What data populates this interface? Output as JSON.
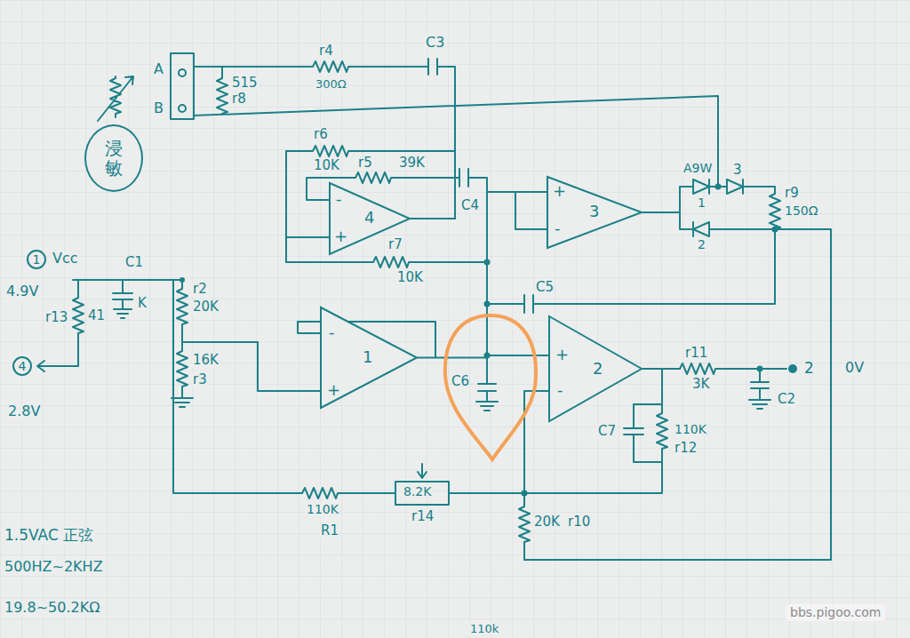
{
  "diagram": {
    "nodes": [
      {
        "text": [
          "浸敏"
        ]
      },
      {
        "text": [
          "-",
          "+",
          "4"
        ]
      },
      {
        "text": [
          "+",
          "-",
          "3"
        ]
      },
      {
        "text": [
          "1"
        ]
      },
      {
        "text": [
          "-",
          "+",
          "1"
        ]
      },
      {
        "text": [
          "C6"
        ]
      },
      {
        "text": [
          "+",
          "-",
          "2"
        ]
      },
      {
        "text": [
          "4"
        ]
      }
    ],
    "edges": [
      {
        "from": 4,
        "to": 6,
        "arrow": "none"
      }
    ],
    "labels": [
      "A",
      "B",
      "r4",
      "300Ω",
      "C3",
      "515",
      "r8",
      "r6",
      "10K",
      "r5",
      "39K",
      "C4",
      "3",
      "A9W",
      "1",
      "2",
      "r9",
      "150Ω",
      "r7",
      "10K",
      "C5",
      "C1",
      "Vcc",
      "4.9V",
      "r13",
      "41",
      "K",
      "r2",
      "20K",
      "16K",
      "r3",
      "r11",
      "3K",
      "2",
      "0V",
      "C2",
      "C7",
      "110K",
      "r12",
      "8.2K",
      "110K",
      "R1",
      "r14",
      "20K",
      "r10",
      "2.8V",
      "1.5VAC 正弦",
      "500HZ~2KHZ",
      "19.8~50.2KΩ",
      "110k",
      "bbs.pigoo.com"
    ]
  }
}
